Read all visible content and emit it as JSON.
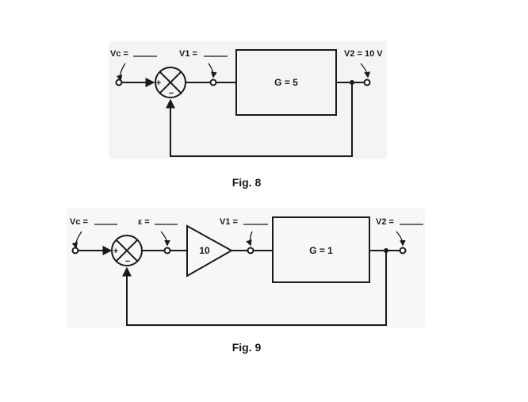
{
  "fig8": {
    "vc_label": "Vc =",
    "v1_label": "V1 =",
    "v2_label": "V2 = 10 V",
    "block_gain": "G = 5",
    "plus_sign": "+",
    "minus_sign": "−",
    "caption": "Fig. 8"
  },
  "fig9": {
    "vc_label": "Vc =",
    "e_label": "ε =",
    "v1_label": "V1 =",
    "v2_label": "V2 =",
    "amp_gain": "10",
    "block_gain": "G = 1",
    "plus_sign": "+",
    "minus_sign": "−",
    "caption": "Fig. 9"
  }
}
